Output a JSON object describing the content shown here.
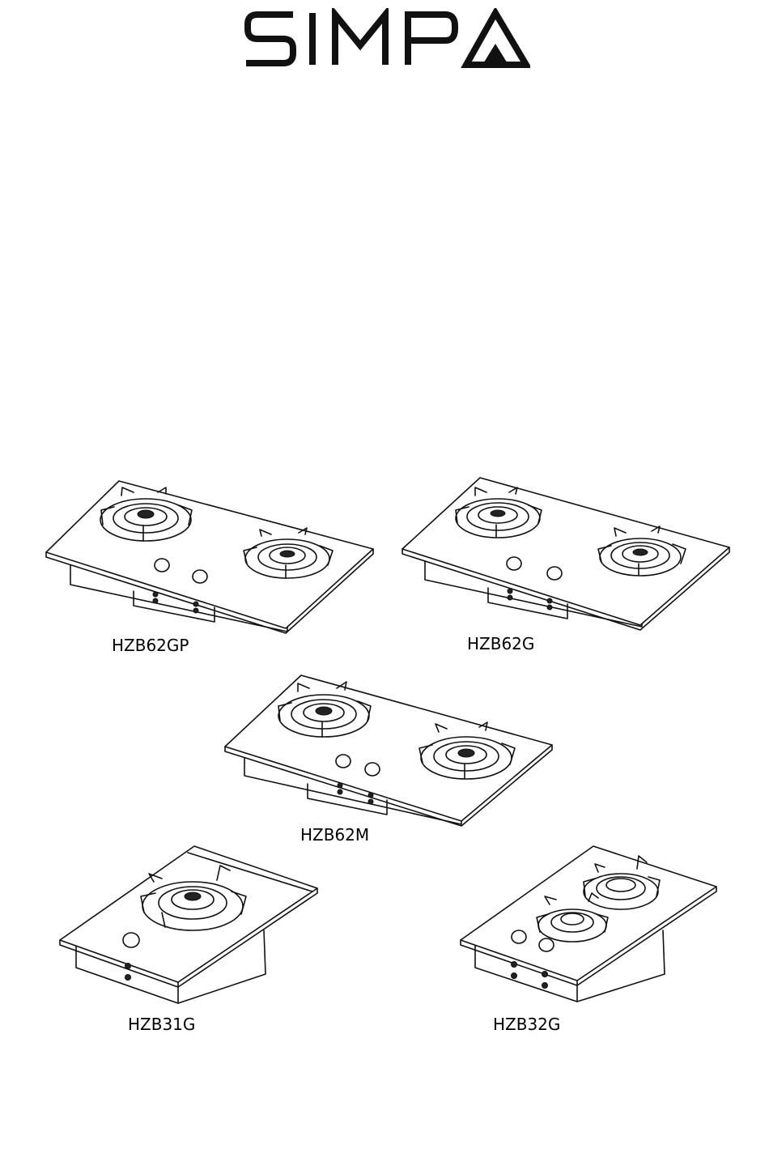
{
  "brand": {
    "name": "SIMPA",
    "logo_icon": "simpa-logo"
  },
  "products": [
    {
      "model": "HZB62GP",
      "burners": 2,
      "knobs": 2
    },
    {
      "model": "HZB62G",
      "burners": 2,
      "knobs": 2
    },
    {
      "model": "HZB62M",
      "burners": 2,
      "knobs": 2
    },
    {
      "model": "HZB31G",
      "burners": 1,
      "knobs": 1
    },
    {
      "model": "HZB32G",
      "burners": 2,
      "knobs": 2
    }
  ]
}
